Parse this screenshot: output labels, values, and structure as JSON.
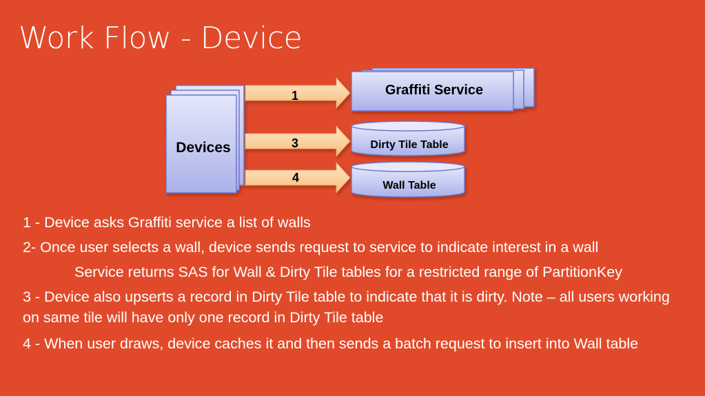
{
  "slide": {
    "title": "Work Flow - Device"
  },
  "diagram": {
    "devices_label": "Devices",
    "service_label": "Graffiti Service",
    "dirty_table_label": "Dirty Tile Table",
    "wall_table_label": "Wall Table",
    "arrow_labels": [
      "1",
      "3",
      "4"
    ]
  },
  "bullets": [
    "1 - Device asks Graffiti service a list of walls",
    "2- Once user selects a wall, device sends request to service to indicate interest in a wall",
    "Service  returns SAS for Wall & Dirty Tile tables for a restricted range of PartitionKey",
    "3 - Device also upserts a record in Dirty Tile table to indicate that it is dirty. Note – all users working on same tile will have only one record in Dirty Tile table",
    "4 - When user draws, device caches it and then sends a batch request to insert into Wall table"
  ],
  "colors": {
    "background": "#e04a2a",
    "box_fill": "#c8cdf2",
    "arrow_fill": "#fbd3a2"
  }
}
